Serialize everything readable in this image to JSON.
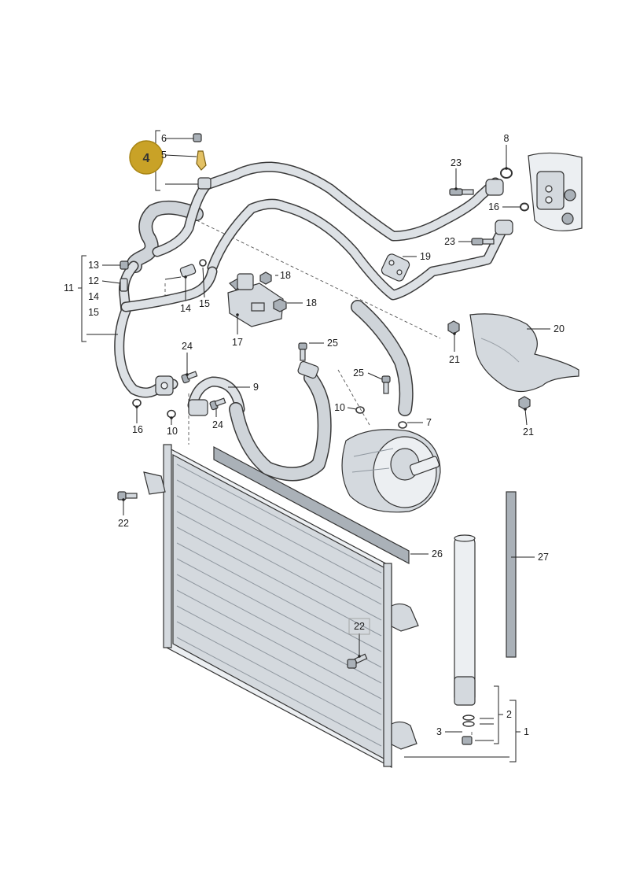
{
  "highlight_callout": {
    "label": "4",
    "color": "#c9a227"
  },
  "callouts": {
    "n1": "1",
    "n2": "2",
    "n3": "3",
    "n5": "5",
    "n6": "6",
    "n7": "7",
    "n8": "8",
    "n9": "9",
    "n10a": "10",
    "n10b": "10",
    "n11": "11",
    "n12": "12",
    "n13": "13",
    "n14a": "14",
    "n14b": "14",
    "n15a": "15",
    "n15b": "15",
    "n16a": "16",
    "n16b": "16",
    "n17": "17",
    "n18a": "18",
    "n18b": "18",
    "n19": "19",
    "n20": "20",
    "n21a": "21",
    "n21b": "21",
    "n22a": "22",
    "n22b": "22",
    "n23a": "23",
    "n23b": "23",
    "n24a": "24",
    "n24b": "24",
    "n25a": "25",
    "n25b": "25",
    "n26": "26",
    "n27": "27"
  },
  "colors": {
    "metal": "#d4d9de",
    "metal_dark": "#aab1b8",
    "outline": "#333333",
    "leader": "#222222"
  }
}
